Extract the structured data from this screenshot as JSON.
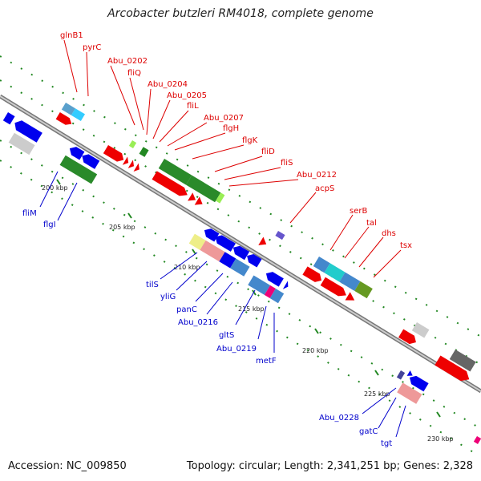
{
  "title": "Arcobacter butzleri RM4018, complete genome",
  "footer": {
    "accession": "Accession: NC_009850",
    "summary": "Topology: circular; Length: 2,341,251 bp; Genes: 2,328"
  },
  "scale_ticks": [
    {
      "label": "200 kbp"
    },
    {
      "label": "205 kbp"
    },
    {
      "label": "210 kbp"
    },
    {
      "label": "215 kbp"
    },
    {
      "label": "220 kbp"
    },
    {
      "label": "225 kbp"
    },
    {
      "label": "230 kbp"
    }
  ],
  "gene_labels_forward": [
    {
      "name": "glnB1"
    },
    {
      "name": "pyrC"
    },
    {
      "name": "Abu_0202"
    },
    {
      "name": "fliQ"
    },
    {
      "name": "Abu_0204"
    },
    {
      "name": "Abu_0205"
    },
    {
      "name": "fliL"
    },
    {
      "name": "Abu_0207"
    },
    {
      "name": "flgH"
    },
    {
      "name": "flgK"
    },
    {
      "name": "fliD"
    },
    {
      "name": "fliS"
    },
    {
      "name": "Abu_0212"
    },
    {
      "name": "acpS"
    },
    {
      "name": "serB"
    },
    {
      "name": "tal"
    },
    {
      "name": "dhs"
    },
    {
      "name": "tsx"
    }
  ],
  "gene_labels_reverse": [
    {
      "name": "fliM"
    },
    {
      "name": "flgI"
    },
    {
      "name": "tilS"
    },
    {
      "name": "yliG"
    },
    {
      "name": "panC"
    },
    {
      "name": "Abu_0216"
    },
    {
      "name": "gltS"
    },
    {
      "name": "Abu_0219"
    },
    {
      "name": "metF"
    },
    {
      "name": "Abu_0228"
    },
    {
      "name": "gatC"
    },
    {
      "name": "tgt"
    }
  ],
  "colors": {
    "forward_label": "#dd0000",
    "reverse_label": "#0000cc",
    "forward_cds": "#ee0000",
    "reverse_cds": "#0000ee",
    "backbone": "#888888",
    "tick": "#228822"
  }
}
